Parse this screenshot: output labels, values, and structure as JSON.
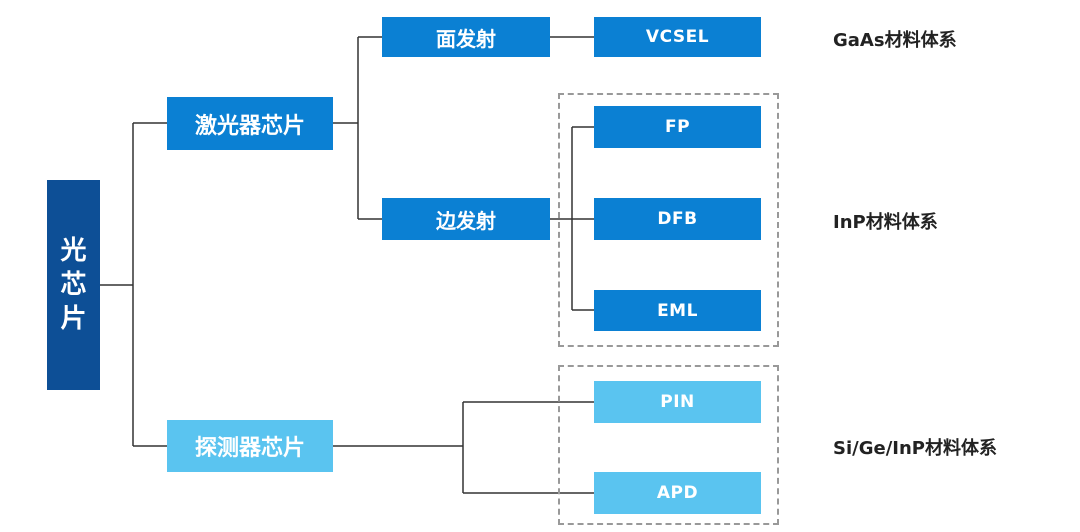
{
  "colors": {
    "root": "#0d4f96",
    "laser_branch": "#0b80d3",
    "detector_branch": "#5ac4f0",
    "connector": "#333333",
    "dashed_border": "#999999"
  },
  "root": {
    "chars": [
      "光",
      "芯",
      "片"
    ]
  },
  "laser": {
    "label": "激光器芯片",
    "surface": {
      "label": "面发射",
      "vcsel": "VCSEL"
    },
    "edge": {
      "label": "边发射",
      "fp": "FP",
      "dfb": "DFB",
      "eml": "EML"
    }
  },
  "detector": {
    "label": "探测器芯片",
    "pin": "PIN",
    "apd": "APD"
  },
  "materials": {
    "gaas": "GaAs材料体系",
    "inp": "InP材料体系",
    "si_ge_inp": "Si/Ge/InP材料体系"
  }
}
